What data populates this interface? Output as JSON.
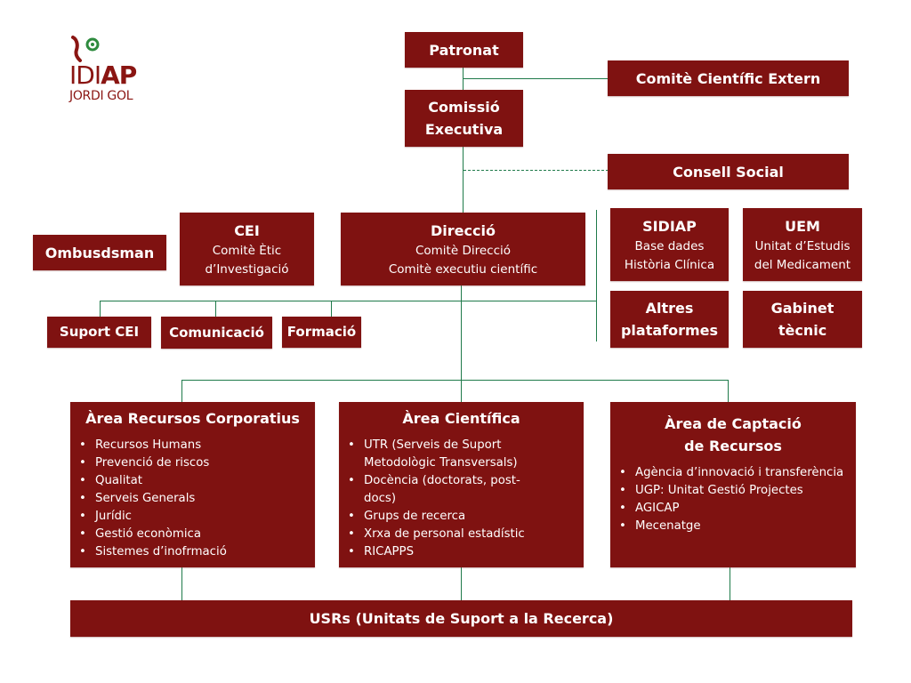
{
  "logo": {
    "mark": "IDI",
    "mark_bold": "AP",
    "subtitle": "JORDI GOL"
  },
  "top": {
    "patronat": "Patronat",
    "comite_cientific_extern": "Comitè Científic Extern",
    "comissio_executiva": [
      "Comissió",
      "Executiva"
    ],
    "consell_social": "Consell Social"
  },
  "middle": {
    "ombudsman": "Ombusdsman",
    "cei": {
      "title": "CEI",
      "lines": [
        "Comitè Ètic",
        "d’Investigació"
      ]
    },
    "direccio": {
      "title": "Direcció",
      "lines": [
        "Comitè Direcció",
        "Comitè executiu científic"
      ]
    },
    "sidiap": {
      "title": "SIDIAP",
      "lines": [
        "Base dades",
        "Història Clínica"
      ]
    },
    "uem": {
      "title": "UEM",
      "lines": [
        "Unitat d’Estudis",
        "del Medicament"
      ]
    },
    "altres_plataformes": [
      "Altres",
      "plataformes"
    ],
    "gabinet_tecnic": [
      "Gabinet",
      "tècnic"
    ],
    "suport_cei": "Suport CEI",
    "comunicacio": "Comunicació",
    "formacio": "Formació"
  },
  "areas": [
    {
      "title": [
        "Àrea Recursos Corporatius"
      ],
      "items": [
        "Recursos Humans",
        "Prevenció de riscos",
        "Qualitat",
        "Serveis Generals",
        "Jurídic",
        "Gestió econòmica",
        "Sistemes d’inofrmació"
      ]
    },
    {
      "title": [
        "Àrea Científica"
      ],
      "items": [
        "UTR (Serveis de Suport Metodològic Transversals)",
        "Docència (doctorats, post-docs)",
        "Grups de recerca",
        "Xrxa de personal estadístic",
        "RICAPPS"
      ]
    },
    {
      "title": [
        "Àrea de Captació",
        "de Recursos"
      ],
      "items": [
        "Agència d’innovació i transferència",
        "UGP: Unitat Gestió Projectes",
        "AGICAP",
        "Mecenatge"
      ]
    }
  ],
  "bottom": {
    "usrs": "USRs (Unitats de Suport a la Recerca)"
  },
  "colors": {
    "box": "#7f1211",
    "connector": "#1f7a4a",
    "logo": "#8a1512",
    "logo_accent": "#2e8b3e"
  }
}
